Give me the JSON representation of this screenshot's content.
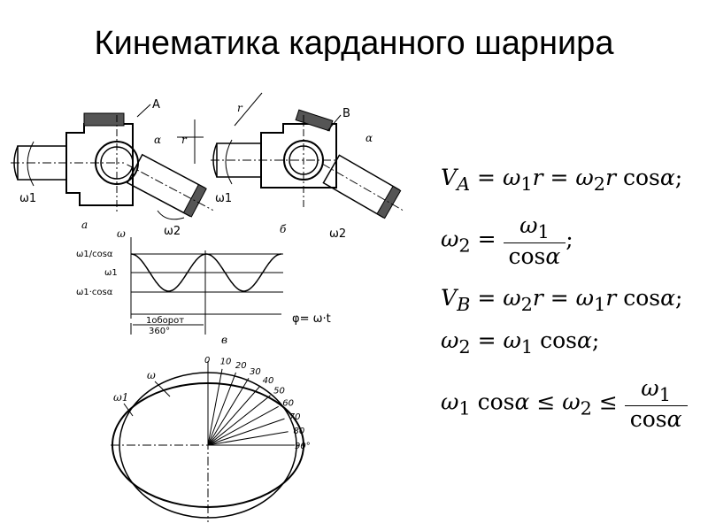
{
  "title": "Кинематика карданного шарнира",
  "fig_a": {
    "label_A": "A",
    "omega1": "ω1",
    "omega2": "ω2",
    "alpha": "α",
    "r": "r",
    "caption": "а"
  },
  "fig_b": {
    "label_B": "B",
    "omega1": "ω1",
    "omega2": "ω2",
    "alpha": "α",
    "r": "r",
    "caption": "б"
  },
  "fig_c": {
    "omega": "ω",
    "y_labels": [
      "ω1/cosα",
      "ω1",
      "ω1·cosα"
    ],
    "span_label": "1оборот",
    "span_deg": "360°",
    "x_label": "φ= ω·t",
    "caption": "в"
  },
  "polar": {
    "omega_label": "ω",
    "omega1_label": "ω1",
    "angles": [
      "0",
      "10",
      "20",
      "30",
      "40",
      "50",
      "60",
      "70",
      "80",
      "90°"
    ]
  },
  "formulas": {
    "f1": "V_A = ω1 r = ω2 r cos α;",
    "f2": "ω2 = ω1 / cos α;",
    "f3": "V_B = ω2 r = ω1 r cos α;",
    "f4": "ω2 = ω1 cos α;",
    "f5": "ω1 cos α ≤ ω2 ≤ ω1 / cos α"
  }
}
